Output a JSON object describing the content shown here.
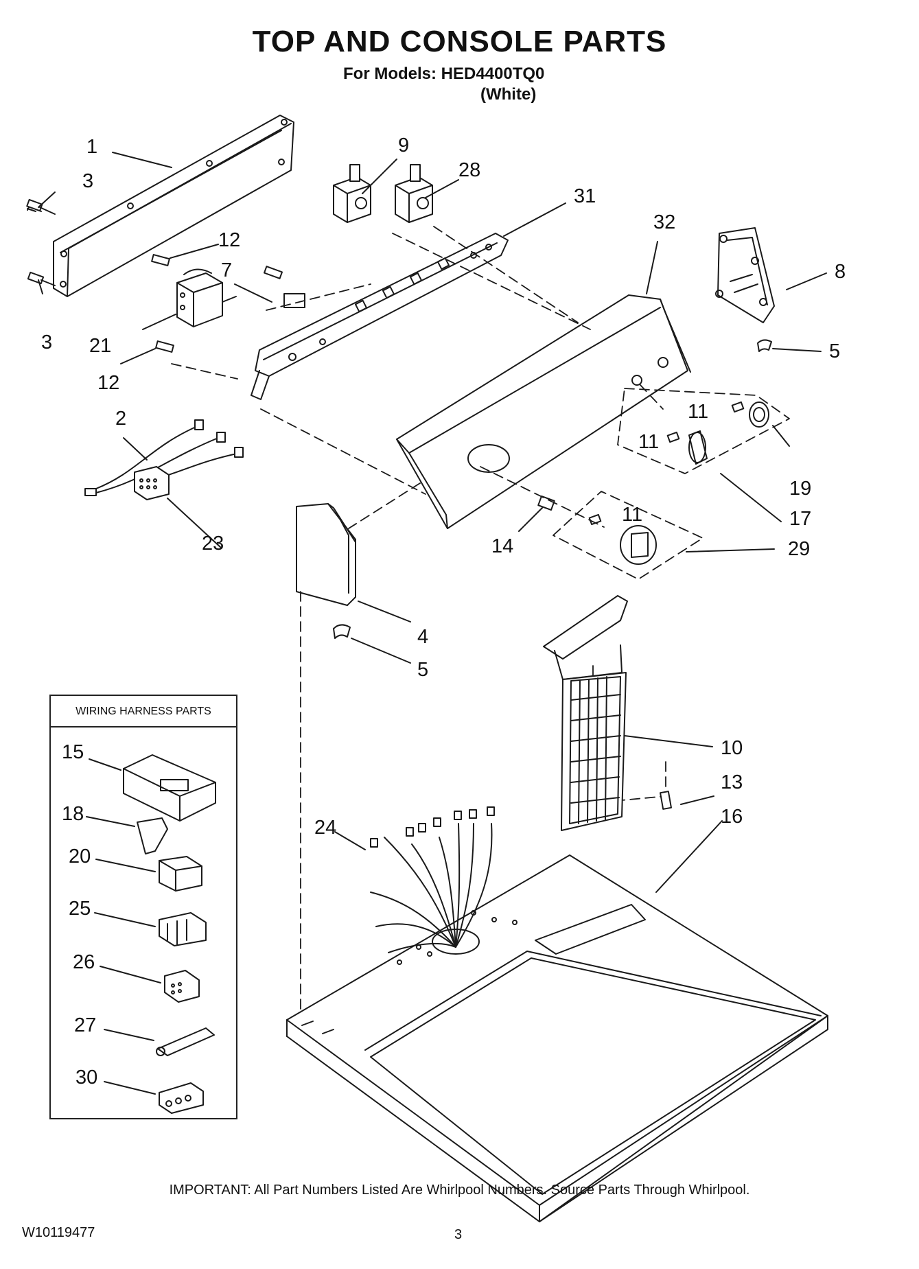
{
  "header": {
    "title": "TOP AND CONSOLE PARTS",
    "models_line": "For Models: HED4400TQ0",
    "variant": "(White)"
  },
  "inset": {
    "title": "WIRING HARNESS PARTS"
  },
  "callouts": {
    "c1": "1",
    "c2": "2",
    "c3a": "3",
    "c3b": "3",
    "c4": "4",
    "c5a": "5",
    "c5b": "5",
    "c7": "7",
    "c8": "8",
    "c9": "9",
    "c10": "10",
    "c11a": "11",
    "c11b": "11",
    "c11c": "11",
    "c12a": "12",
    "c12b": "12",
    "c13": "13",
    "c14": "14",
    "c15": "15",
    "c16": "16",
    "c17": "17",
    "c18": "18",
    "c19": "19",
    "c20": "20",
    "c21": "21",
    "c23": "23",
    "c24": "24",
    "c25": "25",
    "c26": "26",
    "c27": "27",
    "c28": "28",
    "c29": "29",
    "c30": "30",
    "c31": "31",
    "c32": "32"
  },
  "footer": {
    "note": "IMPORTANT: All Part Numbers Listed Are Whirlpool Numbers. Source Parts Through Whirlpool.",
    "doc_number": "W10119477",
    "page": "3"
  }
}
